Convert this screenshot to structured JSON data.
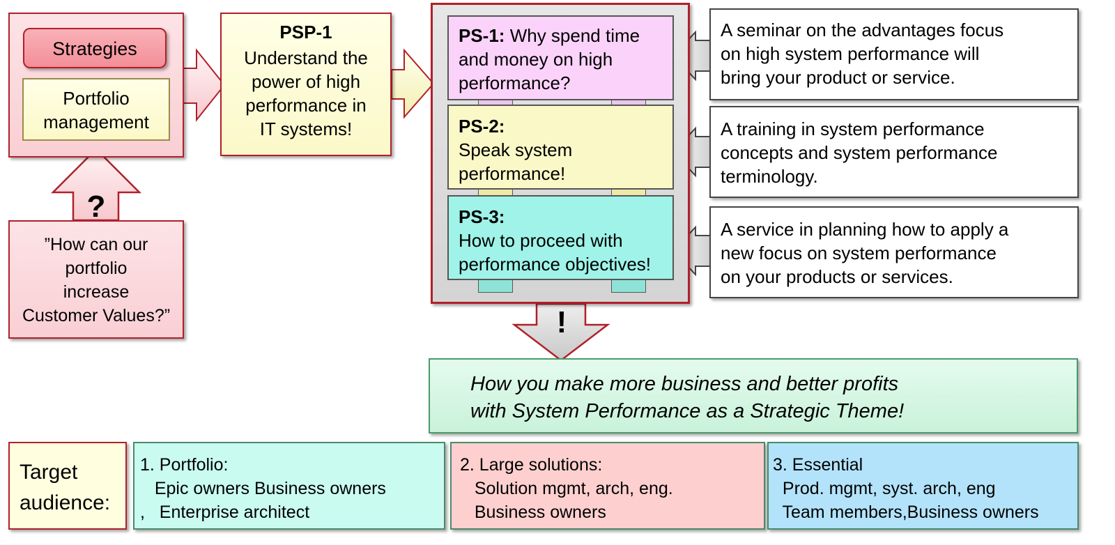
{
  "left": {
    "strategies_label": "Strategies",
    "portfolio_label": "Portfolio\nmanagement",
    "question_mark": "?",
    "question_text": "”How can our\nportfolio\nincrease\nCustomer Values?”"
  },
  "psp1": {
    "title": "PSP-1",
    "text": "Understand the\npower of high\nperformance in\nIT systems!"
  },
  "ps": [
    {
      "code": "PS-1:",
      "text": "Why spend time\nand money on high\nperformance?",
      "color": "#fbd3fa"
    },
    {
      "code": "PS-2:",
      "text": "Speak system\nperformance!",
      "color": "#fbf8c8"
    },
    {
      "code": "PS-3:",
      "text": "How to proceed with\nperformance objectives!",
      "color": "#9ff3e8"
    }
  ],
  "descriptions": [
    "A seminar on the advantages focus\non high system performance will\nbring your product or service.",
    "A training in system performance\nconcepts and system performance\nterminology.",
    "A service in planning how to apply a\nnew focus on system performance\non your products or services."
  ],
  "exclamation": "!",
  "result_text": "How you make more business and better profits\nwith System Performance as a Strategic Theme!",
  "audience": {
    "label": "Target\naudience:",
    "groups": [
      {
        "text": "1. Portfolio:\n   Epic owners Business owners\n,   Enterprise architect",
        "color": "#c9fbf0"
      },
      {
        "text": "2. Large solutions:\n   Solution mgmt, arch, eng.\n   Business owners",
        "color": "#fdd0cf"
      },
      {
        "text": "3. Essential\n  Prod. mgmt, syst. arch, eng\n  Team members,Business owners",
        "color": "#b3e3fa"
      }
    ]
  },
  "colors": {
    "accent_red": "#b0202a",
    "green_border": "#4a9a6a",
    "result_bg": "#d6f7e3"
  }
}
